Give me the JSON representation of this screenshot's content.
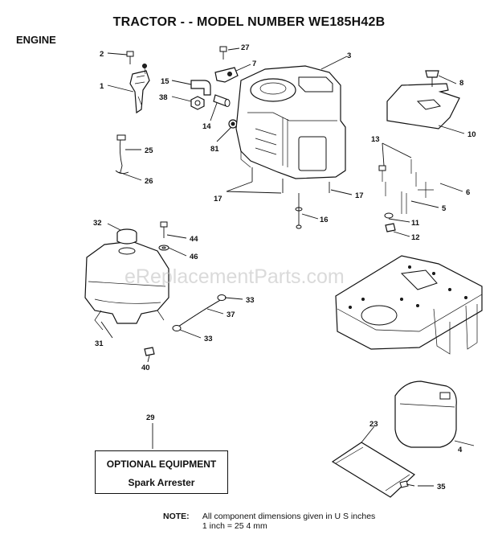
{
  "title": "TRACTOR - - MODEL NUMBER WE185H42B",
  "section": "ENGINE",
  "watermark": "eReplacementParts.com",
  "callouts": [
    "1",
    "2",
    "3",
    "4",
    "5",
    "6",
    "7",
    "8",
    "10",
    "11",
    "12",
    "13",
    "14",
    "15",
    "16",
    "17",
    "17",
    "23",
    "25",
    "26",
    "27",
    "29",
    "31",
    "32",
    "33",
    "33",
    "35",
    "37",
    "38",
    "40",
    "44",
    "46",
    "81"
  ],
  "optional_box": {
    "title": "OPTIONAL EQUIPMENT",
    "item": "Spark Arrester"
  },
  "note": {
    "label": "NOTE:",
    "line1": "All component dimensions given in U S  inches",
    "line2": "1 inch = 25 4 mm"
  }
}
